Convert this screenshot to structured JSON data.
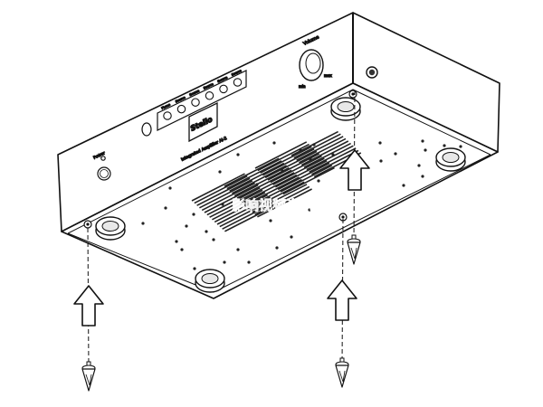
{
  "diagram": {
    "watermark": "影响视频资讯网",
    "logo_text": "Stello",
    "model_label": "Integrated Amplifier AI-2",
    "volume_label": "Volume",
    "min_label": "min",
    "max_label": "max",
    "power_label": "Power",
    "source_buttons": [
      "Phono",
      "Source",
      "Source",
      "Source",
      "Source",
      "Source"
    ]
  },
  "colors": {
    "line": "#111111",
    "slot": "#222222",
    "background": "#ffffff"
  },
  "icons": [
    "arrow-up-icon",
    "spike-foot-icon",
    "rubber-foot-icon",
    "screw-hole-icon"
  ]
}
